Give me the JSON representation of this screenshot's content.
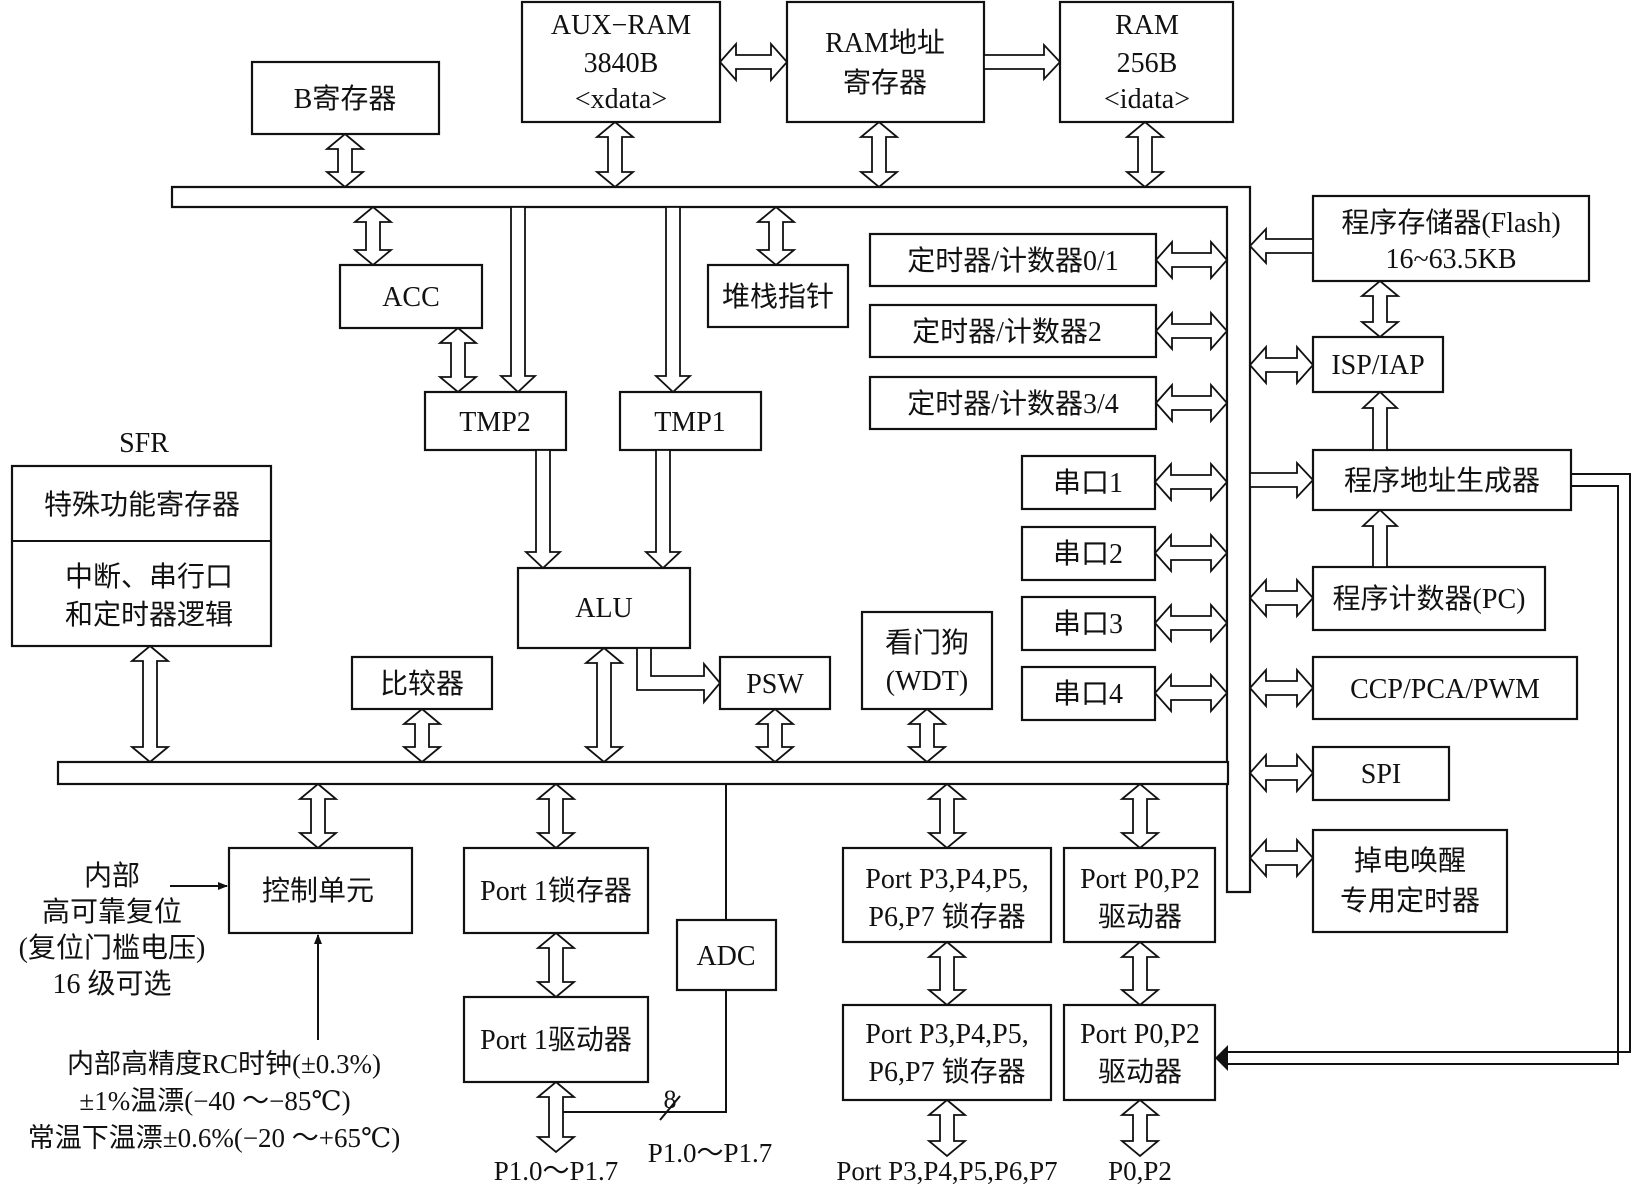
{
  "blocks": {
    "b_reg": "B寄存器",
    "aux_ram": [
      "AUX−RAM",
      "3840B",
      "<xdata>"
    ],
    "ram_addr": [
      "RAM地址",
      "寄存器"
    ],
    "ram": [
      "RAM",
      "256B",
      "<idata>"
    ],
    "acc": "ACC",
    "stack_ptr": "堆栈指针",
    "tmp2": "TMP2",
    "tmp1": "TMP1",
    "alu": "ALU",
    "psw": "PSW",
    "comparator": "比较器",
    "wdt": [
      "看门狗",
      "(WDT)"
    ],
    "sfr_title": "SFR",
    "sfr_top": "特殊功能寄存器",
    "sfr_bottom": [
      "中断、串行口",
      "和定时器逻辑"
    ],
    "timer01": "定时器/计数器0/1",
    "timer2": "定时器/计数器2",
    "timer34": "定时器/计数器3/4",
    "uart1": "串口1",
    "uart2": "串口2",
    "uart3": "串口3",
    "uart4": "串口4",
    "flash": [
      "程序存储器(Flash)",
      "16~63.5KB"
    ],
    "isp": "ISP/IAP",
    "pc_gen": "程序地址生成器",
    "pc": "程序计数器(PC)",
    "ccp": "CCP/PCA/PWM",
    "spi": "SPI",
    "wake_timer": [
      "掉电唤醒",
      "专用定时器"
    ],
    "control": "控制单元",
    "port1_latch": "Port 1锁存器",
    "port1_driver": "Port 1驱动器",
    "adc": "ADC",
    "p3_latch_a": [
      "Port P3,P4,P5,",
      "P6,P7 锁存器"
    ],
    "p3_latch_b": [
      "Port P3,P4,P5,",
      "P6,P7 锁存器"
    ],
    "p0_driver_a": [
      "Port P0,P2",
      "驱动器"
    ],
    "p0_driver_b": [
      "Port P0,P2",
      "驱动器"
    ]
  },
  "labels": {
    "reset": [
      "内部",
      "高可靠复位",
      "(复位门槛电压)",
      "16 级可选"
    ],
    "clock": [
      "内部高精度RC时钟(±0.3%)",
      "±1%温漂(−40 ～−85℃)",
      "常温下温漂±0.6%(−20 ～+65℃)"
    ],
    "p1_pins": "P1.0～P1.7",
    "adc_pins": "P1.0～P1.7",
    "adc_width": "8",
    "p3_pins": "Port P3,P4,P5,P6,P7",
    "p0_pins": "P0,P2"
  }
}
